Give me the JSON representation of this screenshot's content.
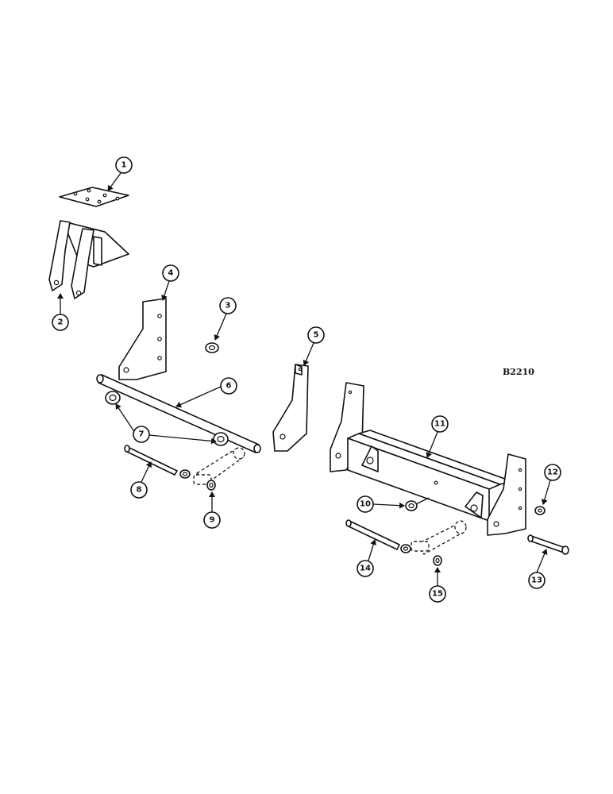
{
  "drawing_code": "B2210",
  "callouts": [
    "1",
    "2",
    "3",
    "4",
    "5",
    "6",
    "7",
    "8",
    "9",
    "10",
    "11",
    "12",
    "13",
    "14",
    "15"
  ]
}
